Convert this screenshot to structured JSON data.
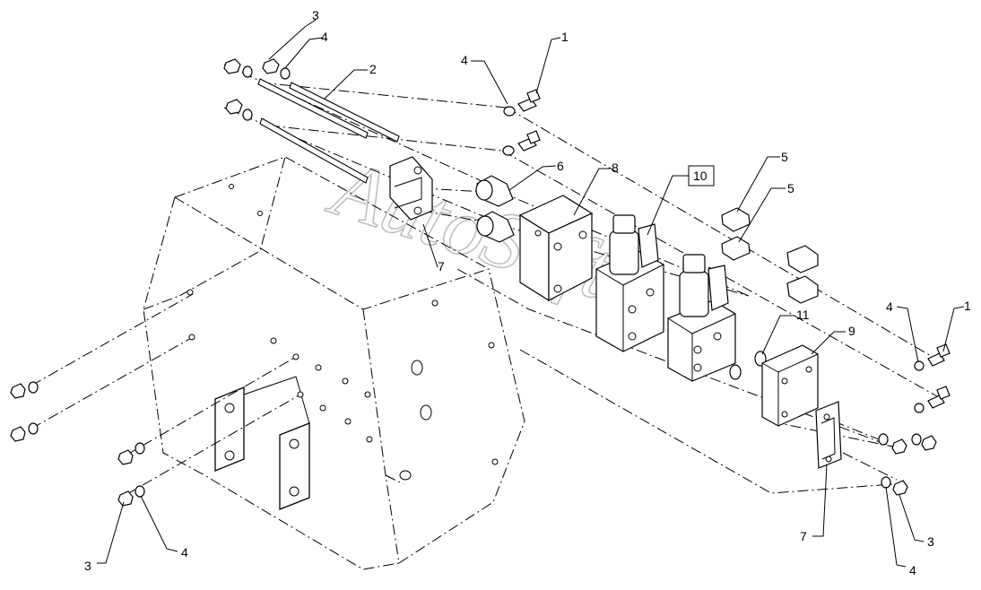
{
  "watermark": "AutoSoft",
  "callouts": [
    {
      "id": "c3-top",
      "text": "3"
    },
    {
      "id": "c4-top",
      "text": "4"
    },
    {
      "id": "c2",
      "text": "2"
    },
    {
      "id": "c4-mid",
      "text": "4"
    },
    {
      "id": "c1-top",
      "text": "1"
    },
    {
      "id": "c6",
      "text": "6"
    },
    {
      "id": "c8",
      "text": "8"
    },
    {
      "id": "c10",
      "text": "10",
      "boxed": true
    },
    {
      "id": "c5-a",
      "text": "5"
    },
    {
      "id": "c5-b",
      "text": "5"
    },
    {
      "id": "c7-left",
      "text": "7"
    },
    {
      "id": "c11",
      "text": "11"
    },
    {
      "id": "c9",
      "text": "9"
    },
    {
      "id": "c4-right",
      "text": "4"
    },
    {
      "id": "c1-right",
      "text": "1"
    },
    {
      "id": "c7-bottom",
      "text": "7"
    },
    {
      "id": "c3-right",
      "text": "3"
    },
    {
      "id": "c4-bottom-right",
      "text": "4"
    },
    {
      "id": "c3-bottom-left",
      "text": "3"
    },
    {
      "id": "c4-bottom-left",
      "text": "4"
    }
  ]
}
